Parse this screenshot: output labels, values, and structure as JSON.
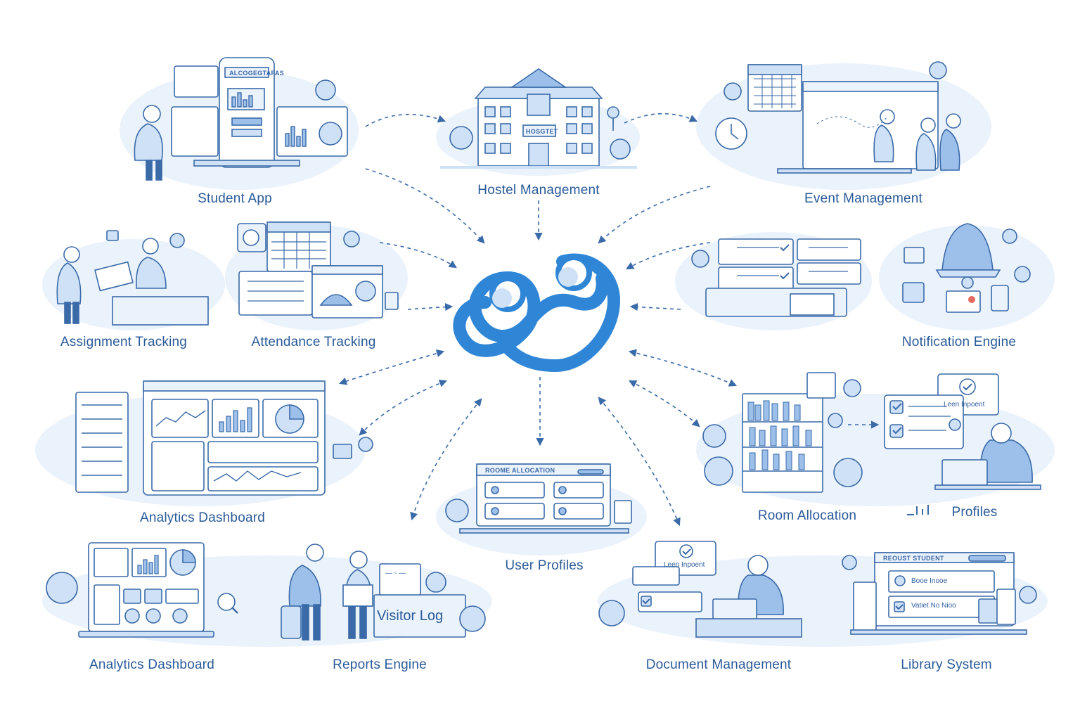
{
  "hub": {
    "icon": "infinity-people-logo-icon"
  },
  "modules": {
    "student_app": "Student App",
    "hostel_management": "Hostel Management",
    "event_management": "Event Management",
    "assignment_tracking": "Assignment Tracking",
    "attendance_tracking": "Attendance Tracking",
    "notification_engine": "Notification Engine",
    "analytics_dashboard_top": "Analytics Dashboard",
    "room_allocation": "Room Allocation",
    "profiles": "Profiles",
    "user_profiles": "User Profiles",
    "analytics_dashboard_bottom": "Analytics Dashboard",
    "reports_engine": "Reports Engine",
    "document_management": "Document Management",
    "library_system": "Library System"
  },
  "illustration_text": {
    "phone_header": "ALCOGEGTAFAS",
    "hostel_sign": "HOSGTET",
    "room_card_title": "ROOME ALLOCATION",
    "visitor_sign": "Visitor Log",
    "bubble_profiles": "Leen Inpoent",
    "bubble_documents": "Leen Inpoent",
    "library_title": "REOUST STUDENT",
    "library_row1": "Booe Inooe",
    "library_row2": "Vatiet  No Nioo"
  },
  "colors": {
    "primary": "#2f86d6",
    "line": "#3a6aa8",
    "fill_light": "#eaf2fc",
    "fill_mid": "#cfe1f6",
    "fill_dark": "#9cc0ea"
  }
}
